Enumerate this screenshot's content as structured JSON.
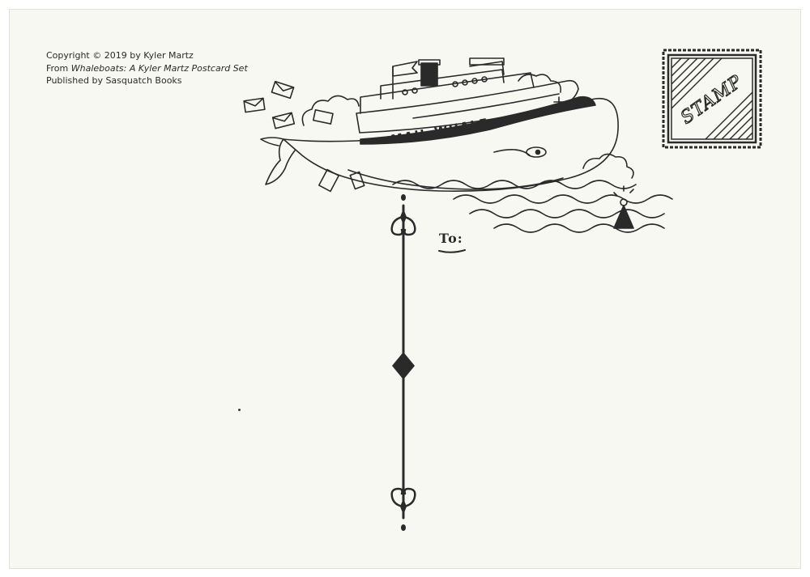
{
  "postcard": {
    "copyright_line": "Copyright © 2019 by Kyler Martz",
    "from_prefix": "From ",
    "from_title": "Whaleboats: A Kyler Martz Postcard Set",
    "publisher_line": "Published by Sasquatch Books",
    "stamp_label": "STAMP",
    "ship_name": "MAIL WHALE",
    "to_label": "To:",
    "ink_color": "#2a2a2a",
    "paper_color": "#f8f8f2"
  }
}
